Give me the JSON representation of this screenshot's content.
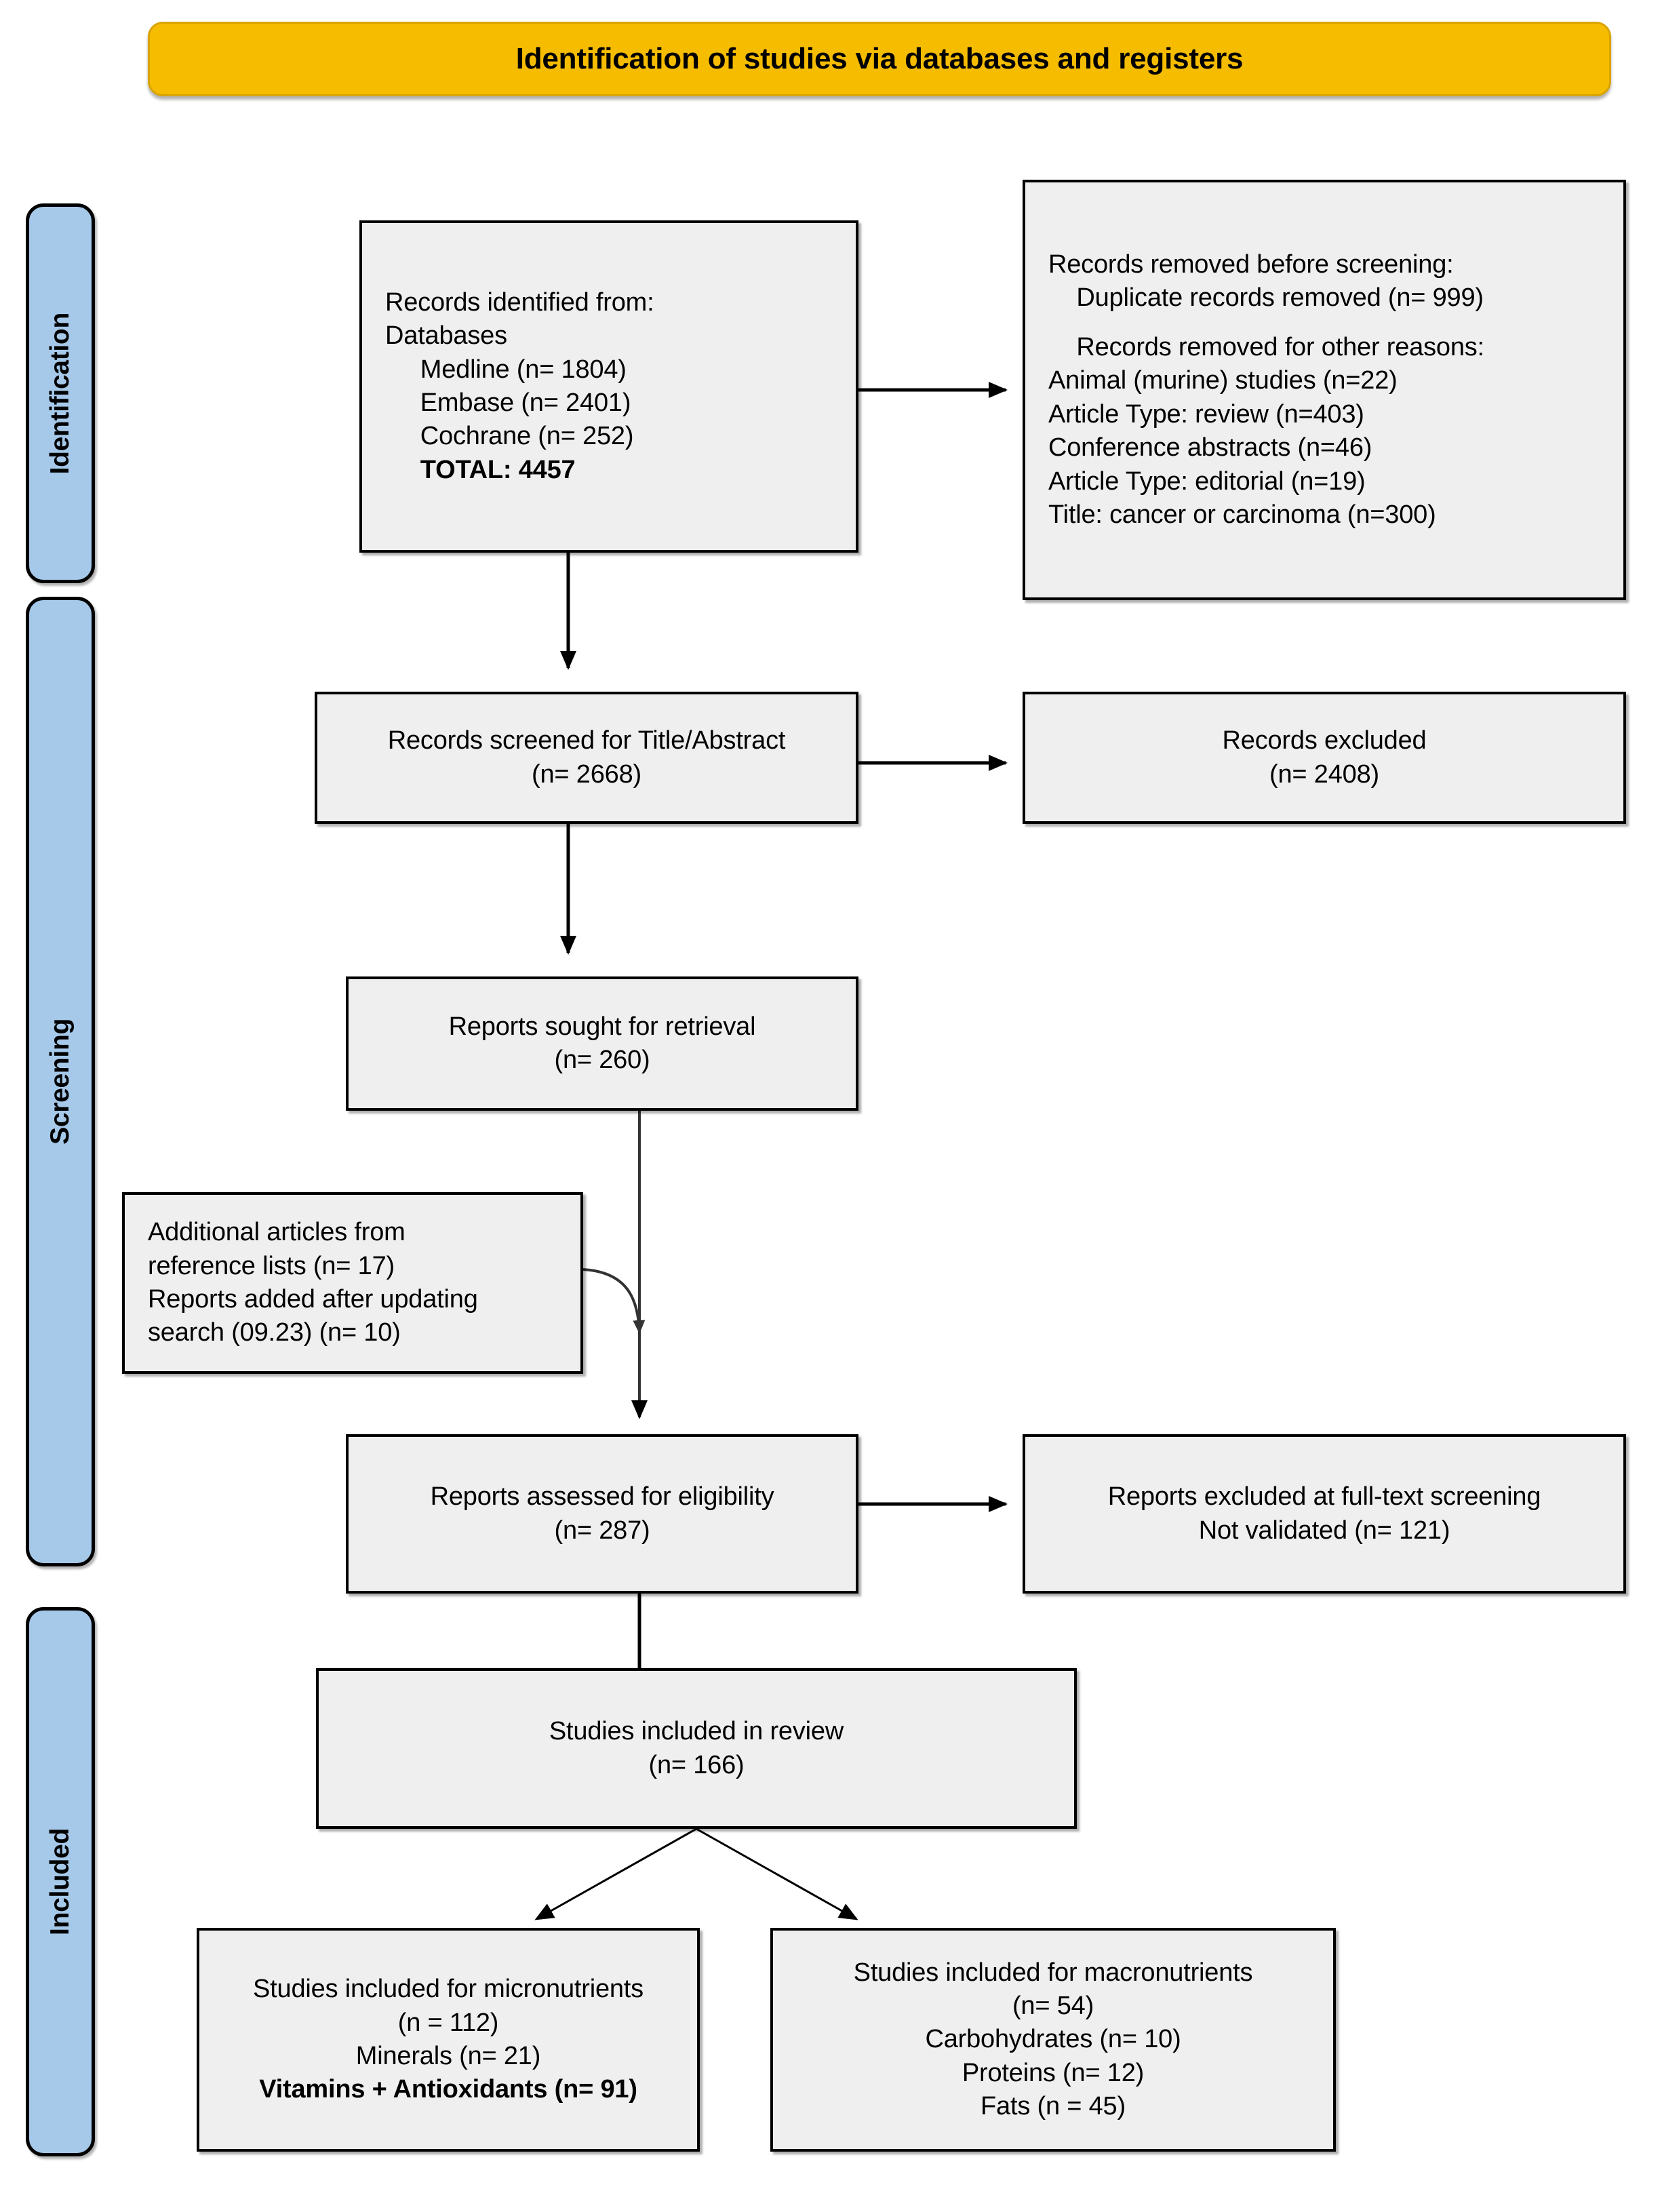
{
  "banner": {
    "title": "Identification of studies via databases and registers"
  },
  "stages": [
    {
      "name": "identification",
      "label": "Identification"
    },
    {
      "name": "screening",
      "label": "Screening"
    },
    {
      "name": "included",
      "label": "Included"
    }
  ],
  "boxes": {
    "records_identified": {
      "name": "records-identified-box",
      "align": "left",
      "lines": [
        {
          "text": "Records identified from:",
          "bold": false
        },
        {
          "text": "Databases",
          "bold": false
        },
        {
          "text": "     Medline (n= 1804)",
          "bold": false
        },
        {
          "text": "     Embase (n= 2401)",
          "bold": false
        },
        {
          "text": "     Cochrane (n= 252)",
          "bold": false
        },
        {
          "text": "     TOTAL: 4457",
          "bold": true
        }
      ]
    },
    "records_removed": {
      "name": "records-removed-box",
      "align": "left",
      "lines": [
        {
          "text": "Records removed before screening:",
          "bold": false
        },
        {
          "text": "    Duplicate records removed (n= 999)",
          "bold": false
        },
        {
          "text": "",
          "bold": false,
          "spacer": true
        },
        {
          "text": "    Records removed for other reasons:",
          "bold": false
        },
        {
          "text": "Animal (murine) studies (n=22)",
          "bold": false
        },
        {
          "text": "Article Type: review (n=403)",
          "bold": false
        },
        {
          "text": "Conference abstracts (n=46)",
          "bold": false
        },
        {
          "text": "Article Type: editorial (n=19)",
          "bold": false
        },
        {
          "text": "Title: cancer or carcinoma (n=300)",
          "bold": false
        }
      ]
    },
    "records_screened": {
      "name": "records-screened-box",
      "align": "center",
      "lines": [
        {
          "text": "Records screened for Title/Abstract",
          "bold": false
        },
        {
          "text": "(n= 2668)",
          "bold": false
        }
      ]
    },
    "records_excluded": {
      "name": "records-excluded-box",
      "align": "center",
      "lines": [
        {
          "text": "Records excluded",
          "bold": false
        },
        {
          "text": "(n= 2408)",
          "bold": false
        }
      ]
    },
    "reports_sought": {
      "name": "reports-sought-box",
      "align": "center",
      "lines": [
        {
          "text": "Reports sought for retrieval",
          "bold": false
        },
        {
          "text": "(n= 260)",
          "bold": false
        }
      ]
    },
    "additional_articles": {
      "name": "additional-articles-box",
      "align": "left",
      "lines": [
        {
          "text": "Additional articles from",
          "bold": false
        },
        {
          "text": "reference lists (n= 17)",
          "bold": false
        },
        {
          "text": "Reports added after updating",
          "bold": false
        },
        {
          "text": "search (09.23) (n= 10)",
          "bold": false
        }
      ]
    },
    "reports_assessed": {
      "name": "reports-assessed-box",
      "align": "center",
      "lines": [
        {
          "text": "Reports assessed for eligibility",
          "bold": false
        },
        {
          "text": "(n= 287)",
          "bold": false
        }
      ]
    },
    "reports_excluded_fulltext": {
      "name": "reports-excluded-fulltext-box",
      "align": "center",
      "lines": [
        {
          "text": "Reports excluded at full-text screening",
          "bold": false
        },
        {
          "text": "Not validated (n= 121)",
          "bold": false
        }
      ]
    },
    "studies_included": {
      "name": "studies-included-box",
      "align": "center",
      "lines": [
        {
          "text": "Studies included in review",
          "bold": false
        },
        {
          "text": "(n= 166)",
          "bold": false
        }
      ]
    },
    "micronutrients": {
      "name": "micronutrients-box",
      "align": "center",
      "lines": [
        {
          "text": "Studies included for micronutrients",
          "bold": false
        },
        {
          "text": "(n = 112)",
          "bold": false
        },
        {
          "text": "Minerals (n= 21)",
          "bold": false
        },
        {
          "text": "Vitamins + Antioxidants (n= 91)",
          "bold": true
        }
      ]
    },
    "macronutrients": {
      "name": "macronutrients-box",
      "align": "center",
      "lines": [
        {
          "text": "Studies included for macronutrients",
          "bold": false
        },
        {
          "text": "(n= 54)",
          "bold": false
        },
        {
          "text": "Carbohydrates (n= 10)",
          "bold": false
        },
        {
          "text": "Proteins (n= 12)",
          "bold": false
        },
        {
          "text": "Fats (n = 45)",
          "bold": false
        }
      ]
    }
  },
  "colors": {
    "banner_fill": "#f5bc00",
    "stage_fill": "#a6c9ea",
    "box_fill": "#efefef",
    "stroke": "#000000"
  },
  "chart_data": {
    "type": "flow-diagram",
    "title": "Identification of studies via databases and registers",
    "stages": [
      "Identification",
      "Screening",
      "Included"
    ],
    "nodes": [
      {
        "id": "records_identified",
        "stage": "Identification",
        "label": "Records identified from: Databases",
        "counts": {
          "Medline": 1804,
          "Embase": 2401,
          "Cochrane": 252,
          "TOTAL": 4457
        }
      },
      {
        "id": "records_removed",
        "stage": "Identification",
        "label": "Records removed before screening",
        "counts": {
          "Duplicate records removed": 999,
          "Animal (murine) studies": 22,
          "Article Type: review": 403,
          "Conference abstracts": 46,
          "Article Type: editorial": 19,
          "Title: cancer or carcinoma": 300
        }
      },
      {
        "id": "records_screened",
        "stage": "Screening",
        "label": "Records screened for Title/Abstract",
        "n": 2668
      },
      {
        "id": "records_excluded",
        "stage": "Screening",
        "label": "Records excluded",
        "n": 2408
      },
      {
        "id": "reports_sought",
        "stage": "Screening",
        "label": "Reports sought for retrieval",
        "n": 260
      },
      {
        "id": "additional_articles",
        "stage": "Screening",
        "label": "Additional articles from reference lists / Reports added after updating search (09.23)",
        "counts": {
          "reference lists": 17,
          "updating search (09.23)": 10
        }
      },
      {
        "id": "reports_assessed",
        "stage": "Screening",
        "label": "Reports assessed for eligibility",
        "n": 287
      },
      {
        "id": "reports_excluded_fulltext",
        "stage": "Screening",
        "label": "Reports excluded at full-text screening - Not validated",
        "n": 121
      },
      {
        "id": "studies_included",
        "stage": "Included",
        "label": "Studies included in review",
        "n": 166
      },
      {
        "id": "micronutrients",
        "stage": "Included",
        "label": "Studies included for micronutrients",
        "n": 112,
        "counts": {
          "Minerals": 21,
          "Vitamins + Antioxidants": 91
        }
      },
      {
        "id": "macronutrients",
        "stage": "Included",
        "label": "Studies included for macronutrients",
        "n": 54,
        "counts": {
          "Carbohydrates": 10,
          "Proteins": 12,
          "Fats": 45
        }
      }
    ],
    "edges": [
      {
        "from": "records_identified",
        "to": "records_removed"
      },
      {
        "from": "records_identified",
        "to": "records_screened"
      },
      {
        "from": "records_screened",
        "to": "records_excluded"
      },
      {
        "from": "records_screened",
        "to": "reports_sought"
      },
      {
        "from": "reports_sought",
        "to": "reports_assessed"
      },
      {
        "from": "additional_articles",
        "to": "reports_assessed"
      },
      {
        "from": "reports_assessed",
        "to": "reports_excluded_fulltext"
      },
      {
        "from": "reports_assessed",
        "to": "studies_included"
      },
      {
        "from": "studies_included",
        "to": "micronutrients"
      },
      {
        "from": "studies_included",
        "to": "macronutrients"
      }
    ]
  }
}
